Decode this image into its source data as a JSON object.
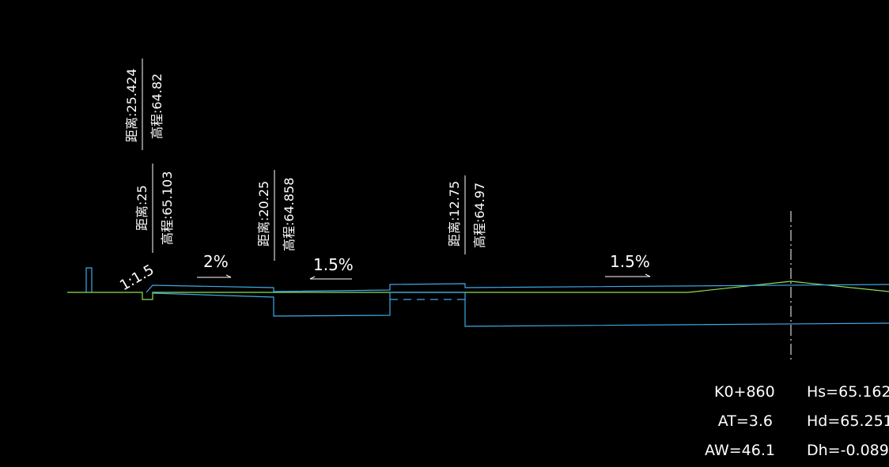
{
  "colors": {
    "background": "#000000",
    "design_line": "#3fa9e6",
    "ground_line": "#8ee04f",
    "annotation": "#ffffff"
  },
  "annotations": [
    {
      "distance": "距离:25.424",
      "elevation": "高程:64.82"
    },
    {
      "distance": "距离:25",
      "elevation": "高程:65.103"
    },
    {
      "distance": "距离:20.25",
      "elevation": "高程:64.858"
    },
    {
      "distance": "距离:12.75",
      "elevation": "高程:64.97"
    }
  ],
  "slope_labels": {
    "side_slope": "1:1.5",
    "slope_1": "2%",
    "slope_2": "1.5%",
    "slope_3": "1.5%"
  },
  "info": {
    "station": "K0+860",
    "at": "AT=3.6",
    "aw": "AW=46.1",
    "hs": "Hs=65.162",
    "hd": "Hd=65.251",
    "dh": "Dh=-0.089"
  }
}
